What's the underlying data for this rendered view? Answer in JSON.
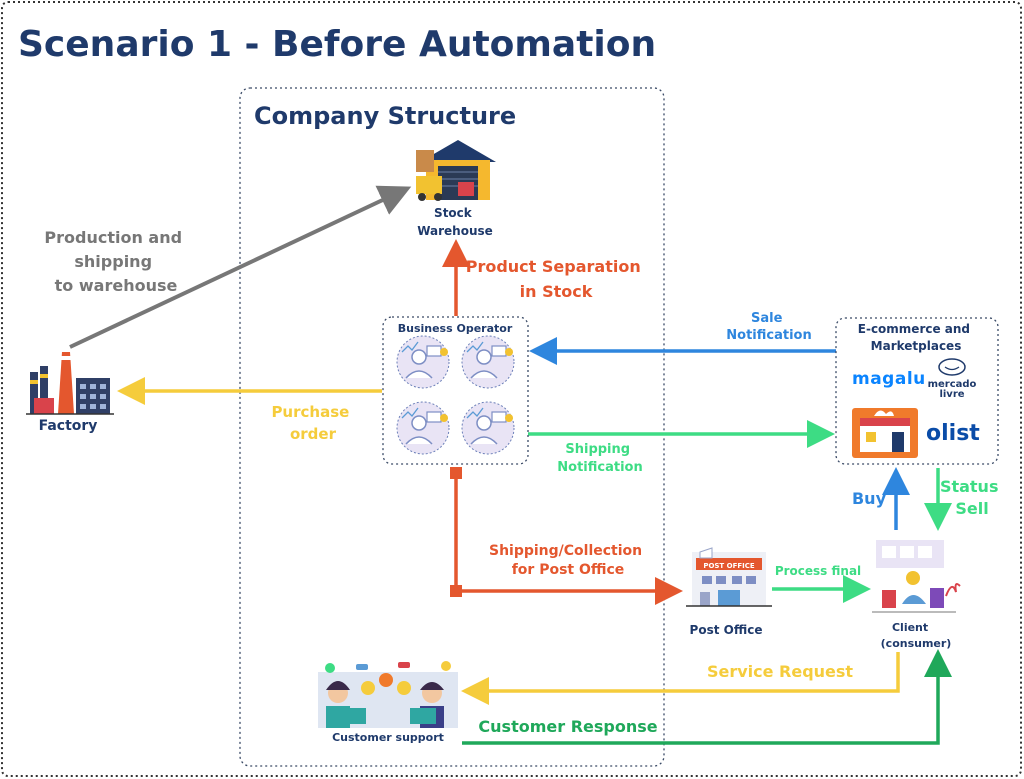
{
  "title": "Scenario 1 - Before Automation",
  "company_structure": {
    "title": "Company Structure"
  },
  "nodes": {
    "stock_warehouse": {
      "label_lines": [
        "Stock",
        "Warehouse"
      ]
    },
    "factory": {
      "label": "Factory"
    },
    "business_operator": {
      "label": "Business Operator"
    },
    "ecommerce": {
      "label_lines": [
        "E-commerce and",
        "Marketplaces"
      ],
      "brands": {
        "magalu": "magalu",
        "mercado_lines": [
          "mercado",
          "livre"
        ],
        "olist": "olist"
      }
    },
    "post_office": {
      "label": "Post Office",
      "sign": "POST OFFICE"
    },
    "client": {
      "label_lines": [
        "Client",
        "(consumer)"
      ]
    },
    "customer_support": {
      "label": "Customer support"
    }
  },
  "edges": {
    "production": {
      "label_lines": [
        "Production and",
        "shipping",
        "to warehouse"
      ],
      "color": "#777777"
    },
    "product_separation": {
      "label_lines": [
        "Product Separation",
        "in Stock"
      ],
      "color": "#e4572e"
    },
    "purchase_order": {
      "label_lines": [
        "Purchase",
        "order"
      ],
      "color": "#f5cc3c"
    },
    "sale_notification": {
      "label_lines": [
        "Sale",
        "Notification"
      ],
      "color": "#2e86de"
    },
    "shipping_notification": {
      "label_lines": [
        "Shipping",
        "Notification"
      ],
      "color": "#3ddc84"
    },
    "shipping_collection": {
      "label_lines": [
        "Shipping/Collection",
        "for Post Office"
      ],
      "color": "#e4572e"
    },
    "process_final": {
      "label": "Process final",
      "color": "#3ddc84"
    },
    "buy": {
      "label": "Buy",
      "color": "#2e86de"
    },
    "status_sell": {
      "label_lines": [
        "Status",
        "Sell"
      ],
      "color": "#3ddc84"
    },
    "service_request": {
      "label": "Service Request",
      "color": "#f5cc3c"
    },
    "customer_response": {
      "label": "Customer Response",
      "color": "#1fa85a"
    }
  },
  "colors": {
    "title": "#1f3a6b",
    "navy": "#1f3a6b"
  }
}
